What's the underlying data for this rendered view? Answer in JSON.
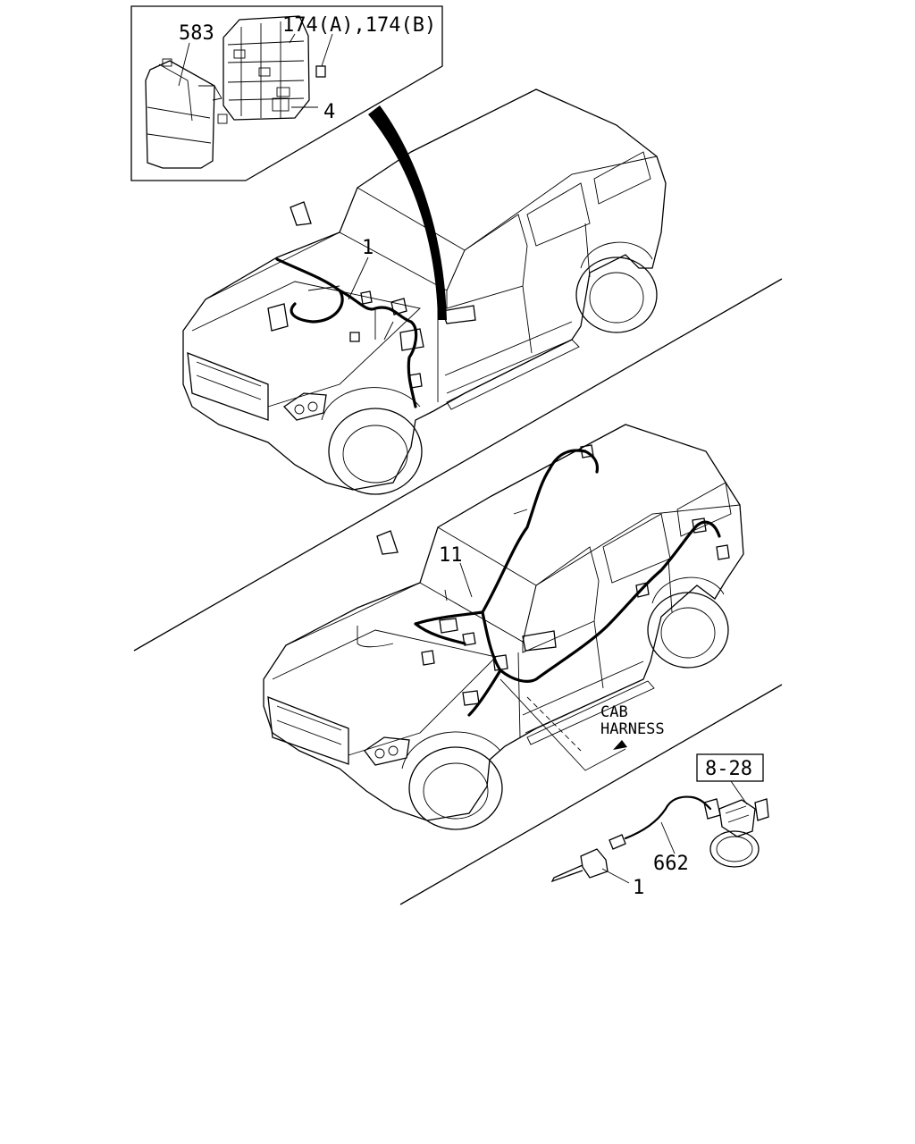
{
  "callouts": {
    "fuse_box_cover": "583",
    "fuse_box_ref": "174(A),174(B)",
    "fuse_box_block": "4",
    "engine_harness_top": "1",
    "body_harness": "11",
    "sensor_part": "1",
    "extension_harness": "662",
    "ref_page": "8-28"
  },
  "annotations": {
    "cab_harness_line1": "CAB",
    "cab_harness_line2": "HARNESS"
  }
}
